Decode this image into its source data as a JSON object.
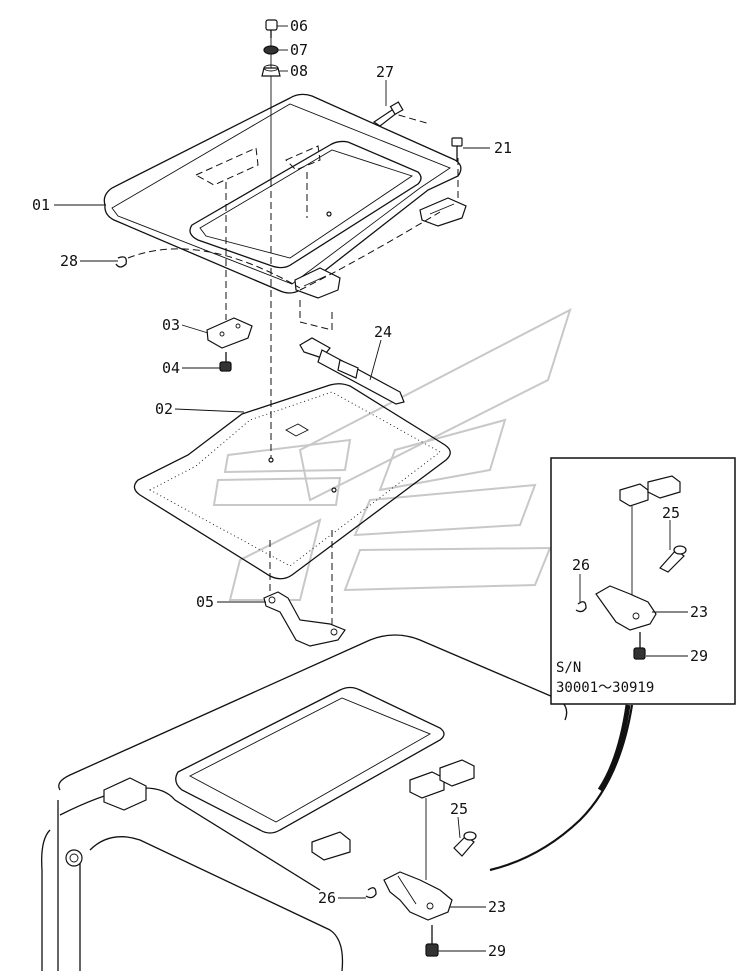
{
  "callouts": [
    {
      "id": "06",
      "label": "06"
    },
    {
      "id": "07",
      "label": "07"
    },
    {
      "id": "08",
      "label": "08"
    },
    {
      "id": "27",
      "label": "27"
    },
    {
      "id": "21",
      "label": "21"
    },
    {
      "id": "01",
      "label": "01"
    },
    {
      "id": "28",
      "label": "28"
    },
    {
      "id": "03",
      "label": "03"
    },
    {
      "id": "04",
      "label": "04"
    },
    {
      "id": "24",
      "label": "24"
    },
    {
      "id": "02",
      "label": "02"
    },
    {
      "id": "05",
      "label": "05"
    },
    {
      "id": "25",
      "label": "25"
    },
    {
      "id": "26",
      "label": "26"
    },
    {
      "id": "23",
      "label": "23"
    },
    {
      "id": "29",
      "label": "29"
    }
  ],
  "inset": {
    "sn_label": "S/N",
    "sn_range": "30001～30919",
    "callouts": [
      "25",
      "26",
      "23",
      "29"
    ]
  }
}
